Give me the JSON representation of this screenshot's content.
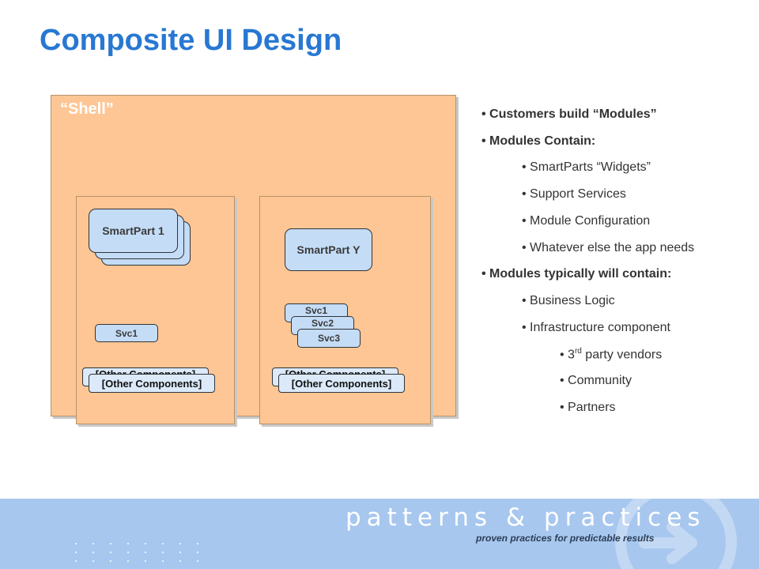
{
  "slide": {
    "title": "Composite UI Design"
  },
  "diagram": {
    "shell_label": "“Shell”",
    "module_1": {
      "smartpart": "SmartPart 1",
      "service": "Svc1",
      "other_components": "[Other Components]"
    },
    "module_2": {
      "smartpart": "SmartPart Y",
      "services": [
        "Svc1",
        "Svc2",
        "Svc3"
      ],
      "other_components": "[Other Components]"
    }
  },
  "bullets": [
    {
      "level": 0,
      "text": "Customers build “Modules”"
    },
    {
      "level": 0,
      "text": "Modules Contain:"
    },
    {
      "level": 1,
      "text": "SmartParts “Widgets”"
    },
    {
      "level": 1,
      "text": "Support Services"
    },
    {
      "level": 1,
      "text": "Module Configuration"
    },
    {
      "level": 1,
      "text": "Whatever else the app needs"
    },
    {
      "level": 0,
      "text": "Modules typically will contain:"
    },
    {
      "level": 1,
      "text": "Business Logic"
    },
    {
      "level": 1,
      "text": "Infrastructure component"
    },
    {
      "level": 2,
      "text": "3",
      "sup": "rd",
      "suffix": " party vendors"
    },
    {
      "level": 2,
      "text": "Community"
    },
    {
      "level": 2,
      "text": "Partners"
    }
  ],
  "footer": {
    "brand": "patterns & practices",
    "tagline": "proven practices for predictable results",
    "icon": "arrow-right-icon",
    "background_color": "#a7c7ee"
  },
  "colors": {
    "title": "#2878d2",
    "shell_fill": "#fdc694",
    "component_fill": "#c4dcf6"
  }
}
